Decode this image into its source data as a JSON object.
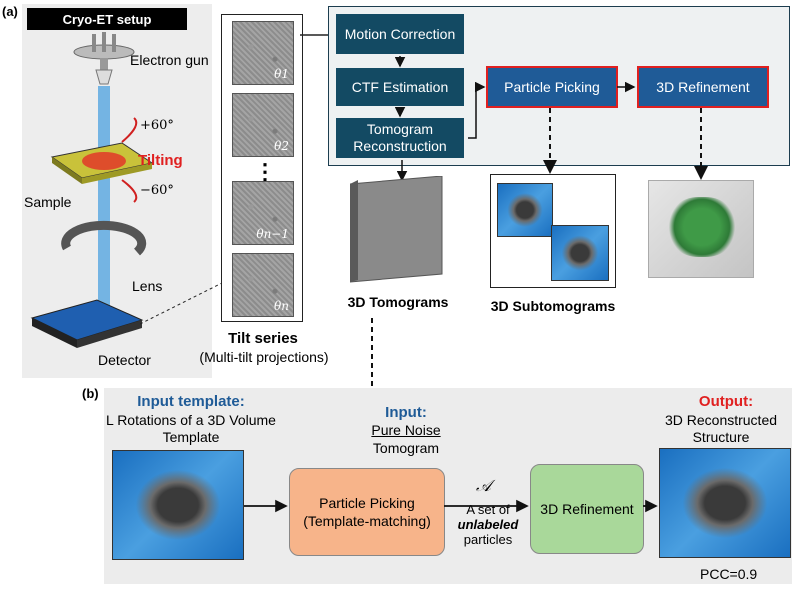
{
  "panel_a": {
    "label": "(a)",
    "setup_title": "Cryo-ET setup",
    "electron_gun": "Electron gun",
    "angle_pos": "+60°",
    "angle_neg": "−60°",
    "tilting": "Tilting",
    "sample": "Sample",
    "lens": "Lens",
    "detector": "Detector",
    "tilt_series_title": "Tilt series",
    "tilt_series_sub": "(Multi-tilt projections)",
    "tilt_labels": [
      "θ1",
      "θ2",
      "θn−1",
      "θn"
    ],
    "dots": "⋮",
    "steps": {
      "motion": "Motion Correction",
      "ctf": "CTF Estimation",
      "tomo": "Tomogram Reconstruction",
      "picking": "Particle Picking",
      "refine": "3D Refinement"
    },
    "captions": {
      "tomograms": "3D Tomograms",
      "subtomograms": "3D Subtomograms"
    }
  },
  "panel_b": {
    "label": "(b)",
    "input_template_title": "Input template:",
    "input_template_desc": "L Rotations of a 3D Volume Template",
    "input_title": "Input:",
    "input_noise": "Pure Noise",
    "input_tomogram": "Tomogram",
    "picking_box": "Particle Picking (Template-matching)",
    "set_symbol": "𝒜",
    "set_desc_1": "A set of",
    "set_desc_2": "unlabeled",
    "set_desc_3": "particles",
    "refine_box": "3D Refinement",
    "output_title": "Output:",
    "output_desc": "3D Reconstructed Structure",
    "pcc": "PCC=0.9"
  },
  "colors": {
    "step_fill": "#134a63",
    "highlight_border": "#e02020",
    "input_title": "#1f5b97",
    "output_title": "#e02020",
    "picking_fill": "#f7b48a",
    "refine_fill": "#a9d89a"
  }
}
